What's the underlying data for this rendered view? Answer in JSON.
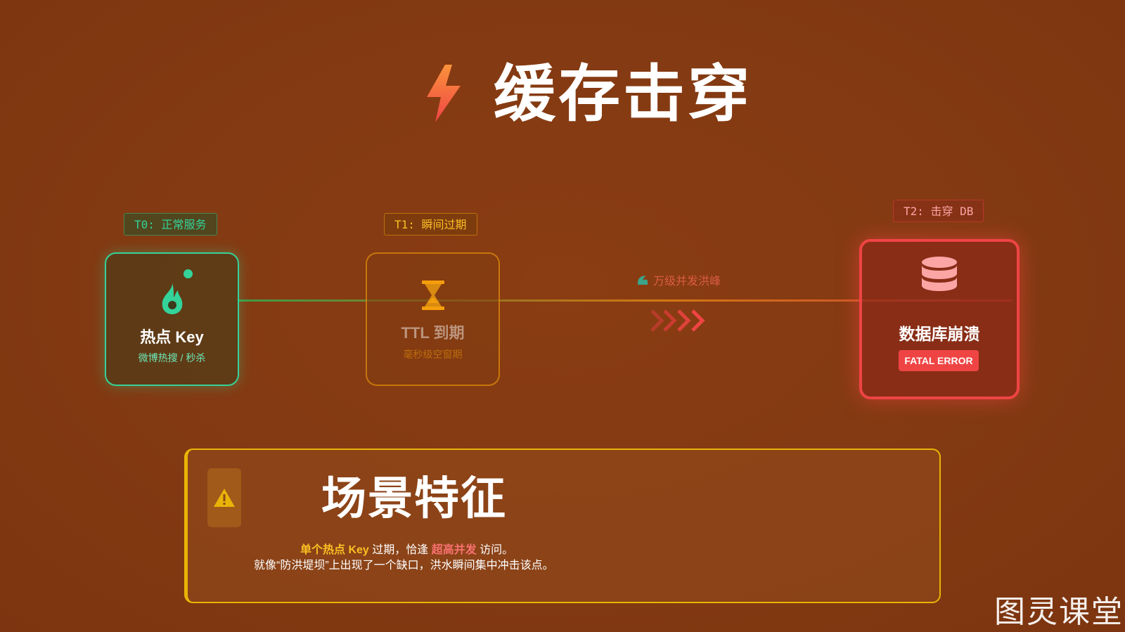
{
  "title": {
    "text": "缓存击穿",
    "icon": "lightning-bolt-icon"
  },
  "stages": [
    {
      "tag": "T0: 正常服务",
      "title": "热点 Key",
      "subtitle": "微博热搜 / 秒杀",
      "icon": "flame-icon",
      "color": "#34d399"
    },
    {
      "tag": "T1: 瞬间过期",
      "title": "TTL 到期",
      "subtitle": "毫秒级空窗期",
      "icon": "hourglass-icon",
      "color": "#f59e0b"
    },
    {
      "tag": "T2: 击穿 DB",
      "title": "数据库崩溃",
      "badge": "FATAL ERROR",
      "icon": "database-icon",
      "color": "#ef4444"
    }
  ],
  "flood": {
    "label": "万级并发洪峰",
    "icon": "wave-icon"
  },
  "feature": {
    "title": "场景特征",
    "icon": "warning-icon",
    "line1_hl1": "单个热点 Key",
    "line1_mid": " 过期，恰逢 ",
    "line1_hl2": "超高并发",
    "line1_end": " 访问。",
    "line2": "就像“防洪堤坝”上出现了一个缺口，洪水瞬间集中冲击该点。"
  },
  "watermark": "图灵课堂"
}
